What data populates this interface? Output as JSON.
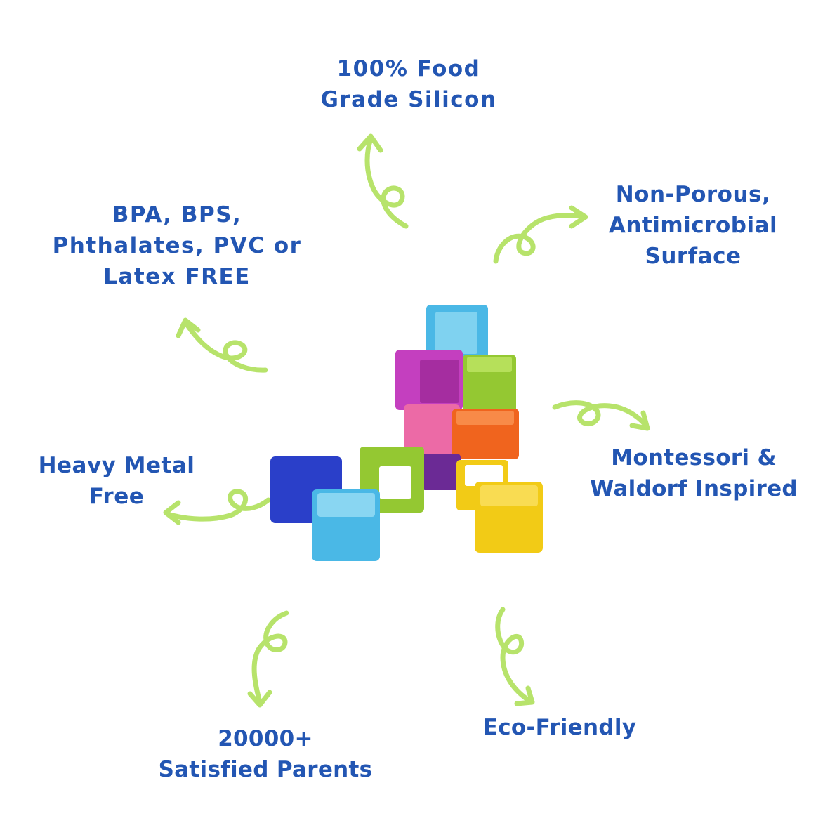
{
  "features": {
    "food_grade": {
      "line1": "100% Food",
      "line2": "Grade Silicon"
    },
    "non_porous": {
      "line1": "Non-Porous,",
      "line2": "Antimicrobial",
      "line3": "Surface"
    },
    "bpa_free": {
      "line1": "BPA, BPS,",
      "line2": "Phthalates, PVC or",
      "line3": "Latex FREE"
    },
    "heavy_metal": {
      "line1": "Heavy Metal",
      "line2": "Free"
    },
    "montessori": {
      "line1": "Montessori &",
      "line2": "Waldorf Inspired"
    },
    "parents": {
      "line1": "20000+",
      "line2": "Satisfied Parents"
    },
    "eco": {
      "line1": "Eco-Friendly"
    }
  },
  "colors": {
    "text": "#2356b3",
    "arrow": "#b7e36b",
    "cube_blue_light": "#4ab8e6",
    "cube_magenta": "#c43fbf",
    "cube_green": "#94c832",
    "cube_pink": "#ec6aa6",
    "cube_orange": "#f0641e",
    "cube_royal": "#2a3fc9",
    "cube_purple": "#6b2a95",
    "cube_yellow": "#f2cb16"
  },
  "icons": {
    "arrow": "curly-arrow-icon",
    "product": "silicone-stacking-cubes"
  }
}
